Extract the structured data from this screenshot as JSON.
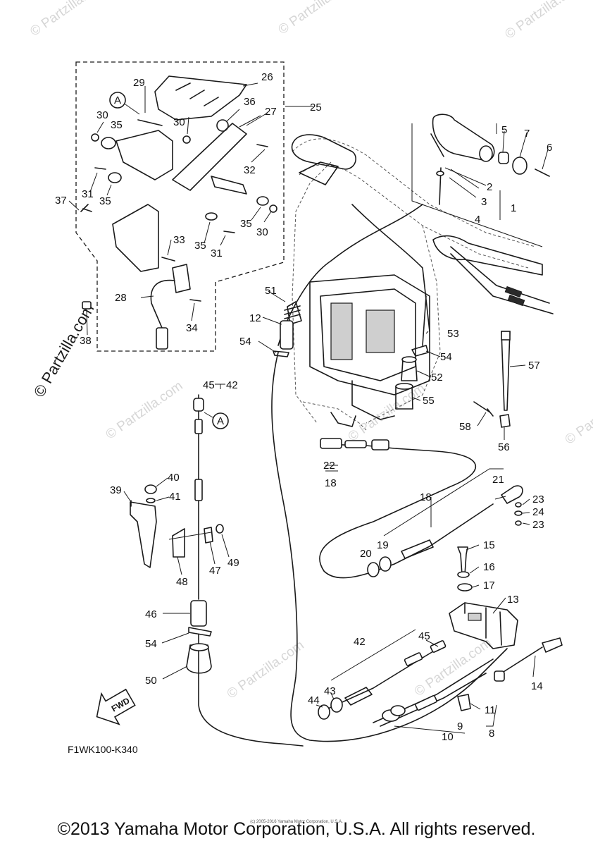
{
  "diagram": {
    "code": "F1WK100-K340",
    "copyright": "©2013 Yamaha Motor Corporation, U.S.A. All rights reserved.",
    "small_copyright": "(c) 2005-2016 Yamaha Motor Corporation, U.S.A.",
    "watermark": "© Partzilla.com",
    "watermark_short": "© Partzilla.com",
    "arrow_label": "FWD",
    "reference_marker": "A",
    "callouts": {
      "c1": "1",
      "c2": "2",
      "c3": "3",
      "c4": "4",
      "c5": "5",
      "c6": "6",
      "c7": "7",
      "c8": "8",
      "c9": "9",
      "c10": "10",
      "c11": "11",
      "c12": "12",
      "c13": "13",
      "c14": "14",
      "c15": "15",
      "c16": "16",
      "c17": "17",
      "c18a": "18",
      "c18b": "18",
      "c19": "19",
      "c20": "20",
      "c21": "21",
      "c22": "22",
      "c23a": "23",
      "c23b": "23",
      "c24": "24",
      "c25": "25",
      "c26": "26",
      "c27": "27",
      "c28": "28",
      "c29": "29",
      "c30a": "30",
      "c30b": "30",
      "c30c": "30",
      "c31a": "31",
      "c31b": "31",
      "c32": "32",
      "c33": "33",
      "c34": "34",
      "c35a": "35",
      "c35b": "35",
      "c35c": "35",
      "c35d": "35",
      "c36": "36",
      "c37": "37",
      "c38": "38",
      "c39": "39",
      "c40": "40",
      "c41": "41",
      "c42a": "42",
      "c42b": "42",
      "c43": "43",
      "c44": "44",
      "c45a": "45",
      "c45b": "45",
      "c46": "46",
      "c47": "47",
      "c48": "48",
      "c49": "49",
      "c50": "50",
      "c51": "51",
      "c52": "52",
      "c53": "53",
      "c54a": "54",
      "c54b": "54",
      "c54c": "54",
      "c55": "55",
      "c56": "56",
      "c57": "57",
      "c58": "58"
    }
  }
}
